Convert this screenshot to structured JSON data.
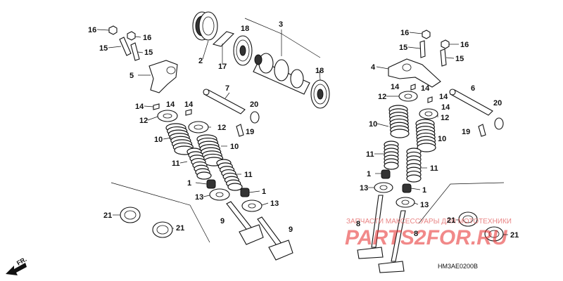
{
  "diagram_code": "HM3AE0200B",
  "front_mark": "FR.",
  "watermark": {
    "line1": "ЗАПЧАСТИ МАКСЕССУАРЫ ДЛЯ МОТОТЕХНИКИ",
    "line2": "PARTS2FOR.RU"
  },
  "callouts": [
    {
      "num": "16"
    },
    {
      "num": "16"
    },
    {
      "num": "15"
    },
    {
      "num": "15"
    },
    {
      "num": "5"
    },
    {
      "num": "2"
    },
    {
      "num": "17"
    },
    {
      "num": "18"
    },
    {
      "num": "3"
    },
    {
      "num": "18"
    },
    {
      "num": "7"
    },
    {
      "num": "14"
    },
    {
      "num": "14"
    },
    {
      "num": "14"
    },
    {
      "num": "20"
    },
    {
      "num": "12"
    },
    {
      "num": "12"
    },
    {
      "num": "19"
    },
    {
      "num": "10"
    },
    {
      "num": "10"
    },
    {
      "num": "11"
    },
    {
      "num": "11"
    },
    {
      "num": "1"
    },
    {
      "num": "1"
    },
    {
      "num": "13"
    },
    {
      "num": "13"
    },
    {
      "num": "9"
    },
    {
      "num": "9"
    },
    {
      "num": "21"
    },
    {
      "num": "21"
    },
    {
      "num": "16"
    },
    {
      "num": "16"
    },
    {
      "num": "15"
    },
    {
      "num": "15"
    },
    {
      "num": "4"
    },
    {
      "num": "14"
    },
    {
      "num": "14"
    },
    {
      "num": "12"
    },
    {
      "num": "14"
    },
    {
      "num": "6"
    },
    {
      "num": "14"
    },
    {
      "num": "20"
    },
    {
      "num": "12"
    },
    {
      "num": "10"
    },
    {
      "num": "10"
    },
    {
      "num": "19"
    },
    {
      "num": "11"
    },
    {
      "num": "11"
    },
    {
      "num": "1"
    },
    {
      "num": "1"
    },
    {
      "num": "13"
    },
    {
      "num": "13"
    },
    {
      "num": "8"
    },
    {
      "num": "8"
    },
    {
      "num": "21"
    },
    {
      "num": "21"
    }
  ]
}
